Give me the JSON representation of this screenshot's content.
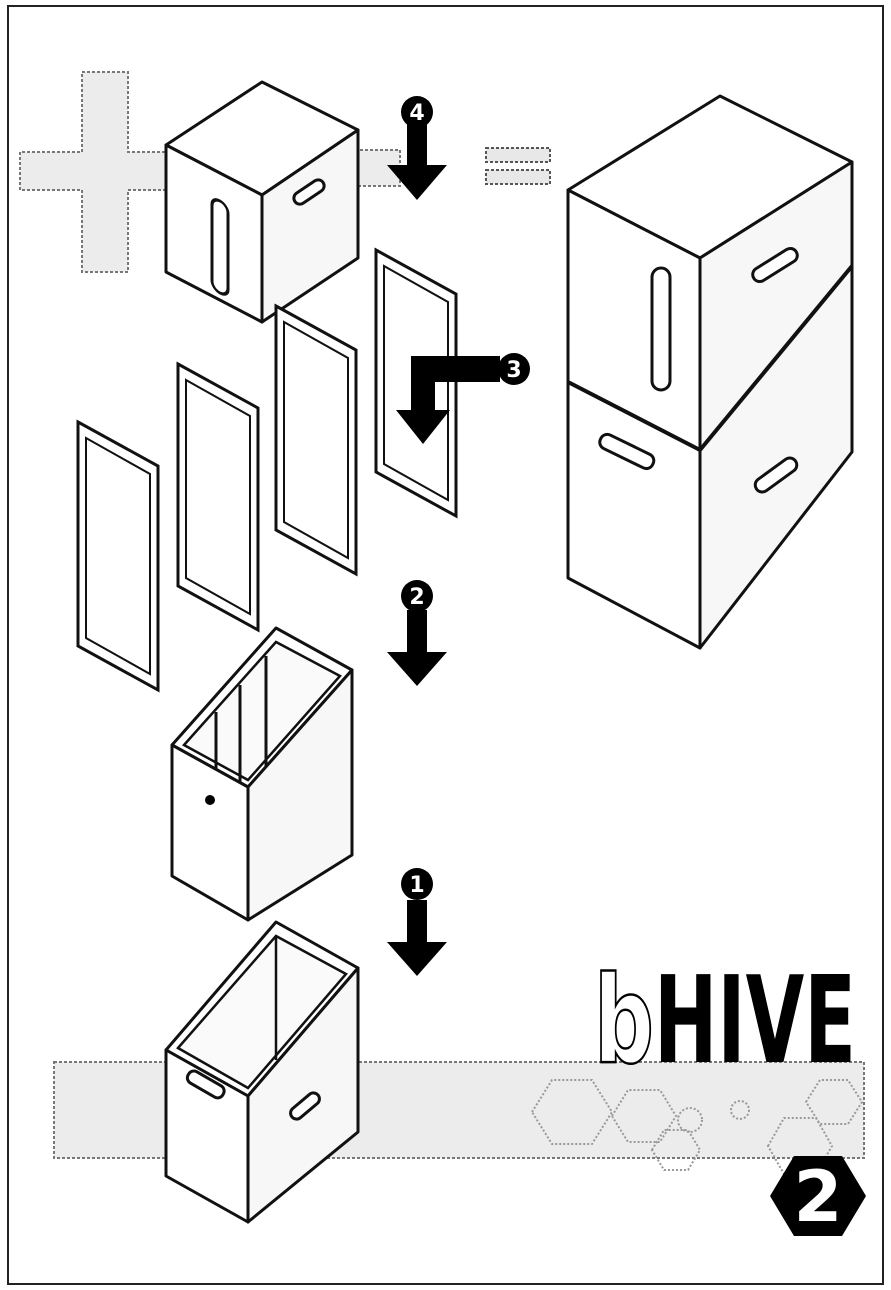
{
  "steps": {
    "step1": "1",
    "step2": "2",
    "step3": "3",
    "step4": "4"
  },
  "logo": {
    "prefix": "b",
    "main": "HIVE",
    "volume": "2"
  },
  "colors": {
    "ink": "#000000",
    "paper": "#ffffff",
    "band": "#ececec"
  },
  "icons": [
    "down-arrow-icon",
    "bent-arrow-icon",
    "plus-sign-icon",
    "equals-sign-icon",
    "hexagon-pattern-icon"
  ]
}
